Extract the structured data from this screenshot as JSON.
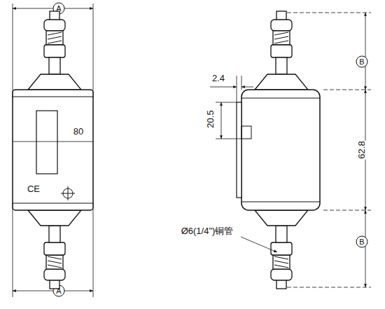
{
  "diagram": {
    "labels": [
      "A",
      "80",
      "CE",
      "A",
      "2.4",
      "20.5",
      "B",
      "62.8",
      "B",
      "Ø6(1/4\")铜管"
    ]
  }
}
